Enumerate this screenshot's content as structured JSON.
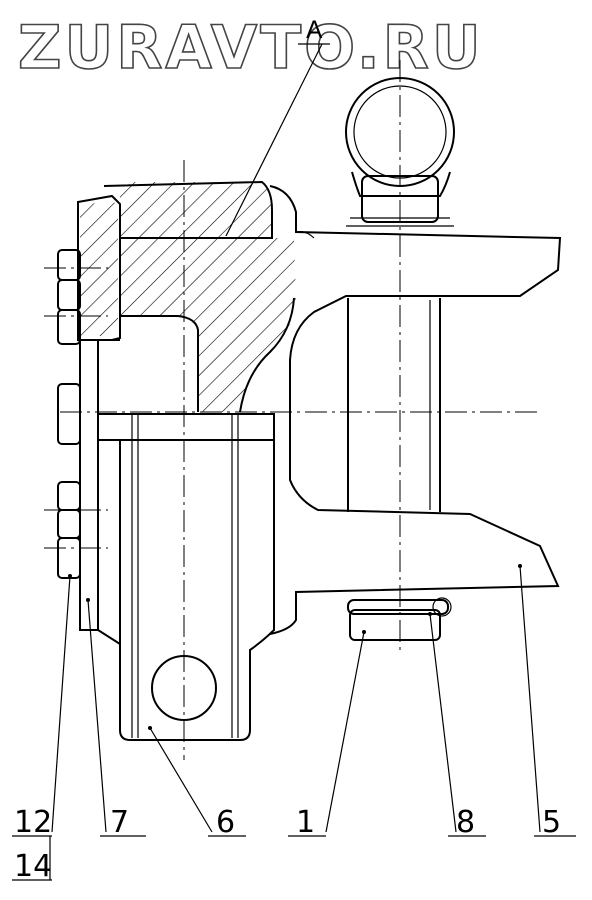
{
  "watermark": "ZURAVTO.RU",
  "section_label": "A",
  "callouts": [
    {
      "id": "12",
      "label": "12"
    },
    {
      "id": "14",
      "label": "14"
    },
    {
      "id": "7",
      "label": "7"
    },
    {
      "id": "6",
      "label": "6"
    },
    {
      "id": "1",
      "label": "1"
    },
    {
      "id": "8",
      "label": "8"
    },
    {
      "id": "5",
      "label": "5"
    }
  ]
}
